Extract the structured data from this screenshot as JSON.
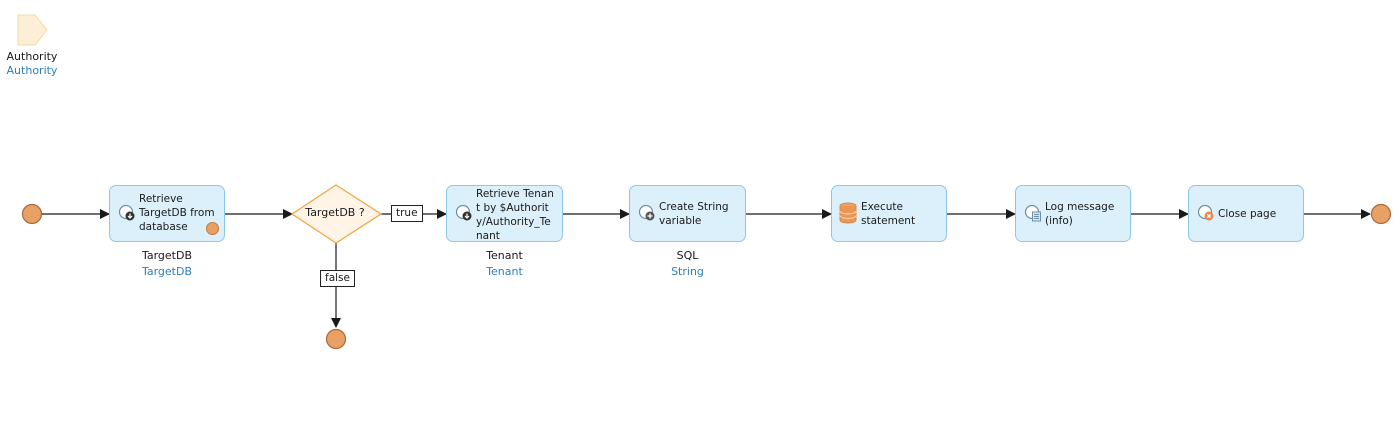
{
  "parameter": {
    "name": "Authority",
    "type": "Authority",
    "icon": "parameter-icon"
  },
  "decision": {
    "label": "TargetDB ?"
  },
  "flow_labels": {
    "true_label": "true",
    "false_label": "false"
  },
  "activities": [
    {
      "label": "Retrieve TargetDB from database",
      "icon": "retrieve-icon",
      "output_name": "TargetDB",
      "output_type": "TargetDB"
    },
    {
      "label": "Retrieve Tenant by $Authority/Authority_Tenant",
      "icon": "retrieve-icon",
      "output_name": "Tenant",
      "output_type": "Tenant"
    },
    {
      "label": "Create String variable",
      "icon": "create-variable-icon",
      "output_name": "SQL",
      "output_type": "String"
    },
    {
      "label": "Execute statement",
      "icon": "database-icon"
    },
    {
      "label": "Log message (info)",
      "icon": "log-icon"
    },
    {
      "label": "Close page",
      "icon": "close-page-icon"
    }
  ],
  "colors": {
    "activity_fill": "#dcf0fb",
    "activity_border": "#8cc8e8",
    "event_fill": "#e8a064",
    "decision_fill": "#fff4e6",
    "decision_border": "#f2a541",
    "type_text": "#2b7fc1"
  }
}
